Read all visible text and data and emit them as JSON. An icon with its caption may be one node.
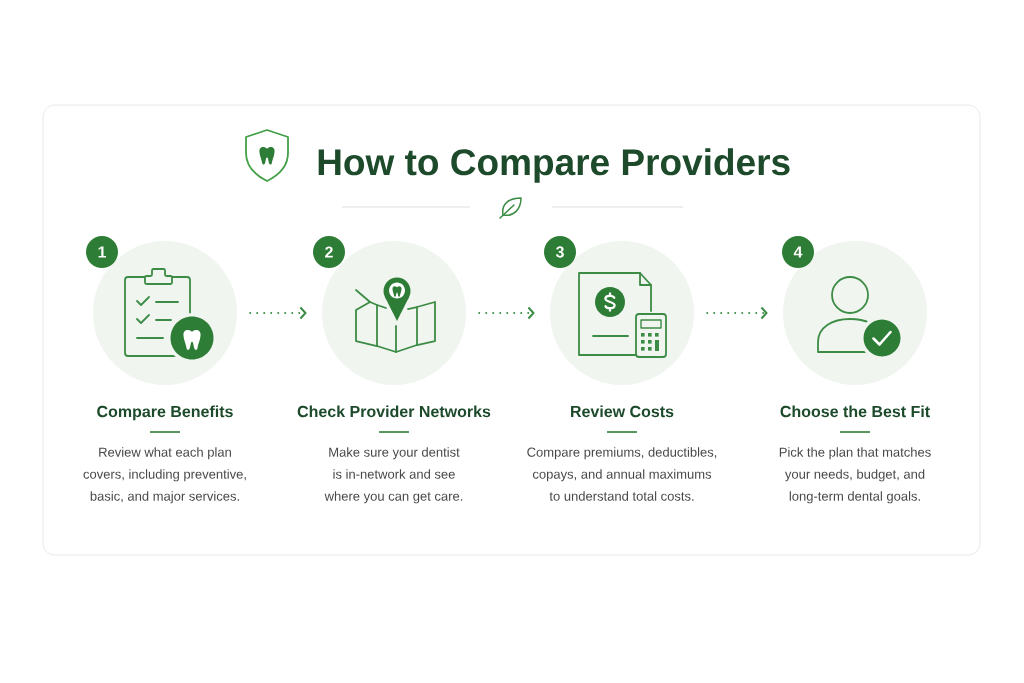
{
  "diagram": {
    "title": "How to Compare Providers",
    "nodes": [
      {
        "text": [
          "1"
        ]
      },
      {
        "text": [],
        "shape": "circle",
        "beside": [
          "Compare Benefits",
          "Review what each plan covers, including preventive, basic, and major services."
        ]
      },
      {
        "text": [
          "2"
        ]
      },
      {
        "text": [],
        "shape": "circle",
        "beside": [
          "Check Provider Networks",
          "Make sure your dentist is in-network and see where you can get care."
        ]
      },
      {
        "text": [
          "3"
        ]
      },
      {
        "text": [],
        "shape": "circle",
        "beside": [
          "Review Costs",
          "Compare premiums, deductibles, copays, and annual maximums to understand total costs."
        ]
      },
      {
        "text": [
          "4"
        ]
      },
      {
        "text": [],
        "shape": "circle",
        "beside": [
          "Choose the Best Fit",
          "Pick the plan that matches your needs, budget, and long-term dental goals."
        ]
      }
    ],
    "edges": [
      {
        "from": 1,
        "to": 3,
        "arrow": "to",
        "style": "dashed"
      },
      {
        "from": 3,
        "to": 5,
        "arrow": "to",
        "style": "dashed"
      },
      {
        "from": 5,
        "to": 7,
        "arrow": "to",
        "style": "dashed"
      }
    ]
  }
}
